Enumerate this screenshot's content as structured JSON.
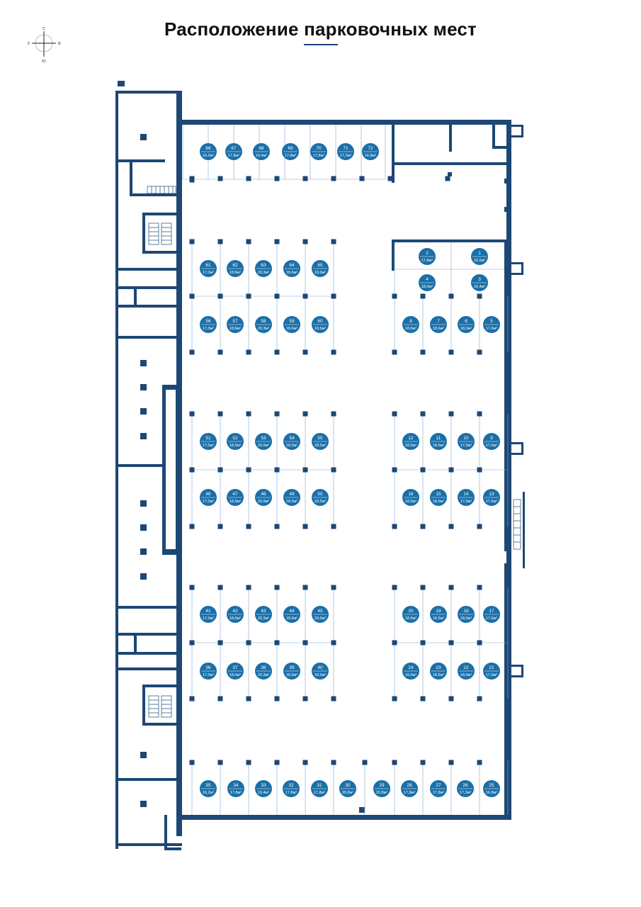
{
  "title": "Расположение парковочных мест",
  "compass": {
    "n": "С",
    "s": "Ю",
    "w": "З",
    "e": "В"
  },
  "colors": {
    "wall": "#1d4775",
    "badge": "#1a6fa8",
    "grid": "#7fa7cf"
  },
  "spots": [
    {
      "id": "66",
      "area": "16,2м²",
      "row": "top",
      "col": 0
    },
    {
      "id": "67",
      "area": "17,8м²",
      "row": "top",
      "col": 1
    },
    {
      "id": "68",
      "area": "19,4м²",
      "row": "top",
      "col": 2
    },
    {
      "id": "69",
      "area": "17,8м²",
      "row": "top",
      "col": 3
    },
    {
      "id": "70",
      "area": "17,8м²",
      "row": "top",
      "col": 4
    },
    {
      "id": "71",
      "area": "17,2м²",
      "row": "top",
      "col": 5
    },
    {
      "id": "72",
      "area": "16,8м²",
      "row": "top",
      "col": 6
    },
    {
      "id": "2",
      "area": "17,8м²",
      "row": "r1",
      "col": "L"
    },
    {
      "id": "1",
      "area": "16,0м²",
      "row": "r1",
      "col": "R"
    },
    {
      "id": "4",
      "area": "18,0м²",
      "row": "r2",
      "col": "L"
    },
    {
      "id": "3",
      "area": "16,4м²",
      "row": "r2",
      "col": "R"
    },
    {
      "id": "61",
      "area": "17,0м²",
      "row": "A1",
      "col": 0
    },
    {
      "id": "62",
      "area": "18,6м²",
      "row": "A1",
      "col": 1
    },
    {
      "id": "63",
      "area": "20,3м²",
      "row": "A1",
      "col": 2
    },
    {
      "id": "64",
      "area": "18,6м²",
      "row": "A1",
      "col": 3
    },
    {
      "id": "65",
      "area": "18,6м²",
      "row": "A1",
      "col": 4
    },
    {
      "id": "56",
      "area": "17,0м²",
      "row": "A2",
      "col": 0
    },
    {
      "id": "57",
      "area": "18,6м²",
      "row": "A2",
      "col": 1
    },
    {
      "id": "58",
      "area": "20,3м²",
      "row": "A2",
      "col": 2
    },
    {
      "id": "59",
      "area": "18,6м²",
      "row": "A2",
      "col": 3
    },
    {
      "id": "60",
      "area": "18,6м²",
      "row": "A2",
      "col": 4
    },
    {
      "id": "8",
      "area": "18,6м²",
      "row": "A2",
      "col": 5
    },
    {
      "id": "7",
      "area": "18,6м²",
      "row": "A2",
      "col": 6
    },
    {
      "id": "6",
      "area": "18,0м²",
      "row": "A2",
      "col": 7
    },
    {
      "id": "5",
      "area": "17,6м²",
      "row": "A2",
      "col": 8
    },
    {
      "id": "51",
      "area": "17,0м²",
      "row": "B1",
      "col": 0
    },
    {
      "id": "52",
      "area": "18,5м²",
      "row": "B1",
      "col": 1
    },
    {
      "id": "53",
      "area": "20,0м²",
      "row": "B1",
      "col": 2
    },
    {
      "id": "54",
      "area": "18,5м²",
      "row": "B1",
      "col": 3
    },
    {
      "id": "55",
      "area": "18,5м²",
      "row": "B1",
      "col": 4
    },
    {
      "id": "12",
      "area": "18,5м²",
      "row": "B1",
      "col": 5
    },
    {
      "id": "11",
      "area": "18,5м²",
      "row": "B1",
      "col": 6
    },
    {
      "id": "10",
      "area": "17,9м²",
      "row": "B1",
      "col": 7
    },
    {
      "id": "9",
      "area": "17,6м²",
      "row": "B1",
      "col": 8
    },
    {
      "id": "46",
      "area": "17,0м²",
      "row": "B2",
      "col": 0
    },
    {
      "id": "47",
      "area": "18,5м²",
      "row": "B2",
      "col": 1
    },
    {
      "id": "48",
      "area": "20,0м²",
      "row": "B2",
      "col": 2
    },
    {
      "id": "49",
      "area": "18,5м²",
      "row": "B2",
      "col": 3
    },
    {
      "id": "50",
      "area": "18,5м²",
      "row": "B2",
      "col": 4
    },
    {
      "id": "16",
      "area": "18,5м²",
      "row": "B2",
      "col": 5
    },
    {
      "id": "15",
      "area": "18,5м²",
      "row": "B2",
      "col": 6
    },
    {
      "id": "14",
      "area": "17,9м²",
      "row": "B2",
      "col": 7
    },
    {
      "id": "13",
      "area": "17,6м²",
      "row": "B2",
      "col": 8
    },
    {
      "id": "41",
      "area": "17,0м²",
      "row": "C1",
      "col": 0
    },
    {
      "id": "42",
      "area": "18,6м²",
      "row": "C1",
      "col": 1
    },
    {
      "id": "43",
      "area": "20,3м²",
      "row": "C1",
      "col": 2
    },
    {
      "id": "44",
      "area": "18,6м²",
      "row": "C1",
      "col": 3
    },
    {
      "id": "45",
      "area": "18,6м²",
      "row": "C1",
      "col": 4
    },
    {
      "id": "20",
      "area": "18,6м²",
      "row": "C1",
      "col": 5
    },
    {
      "id": "19",
      "area": "18,6м²",
      "row": "C1",
      "col": 6
    },
    {
      "id": "18",
      "area": "18,0м²",
      "row": "C1",
      "col": 7
    },
    {
      "id": "17",
      "area": "17,6м²",
      "row": "C1",
      "col": 8
    },
    {
      "id": "36",
      "area": "17,0м²",
      "row": "C2",
      "col": 0
    },
    {
      "id": "37",
      "area": "18,6м²",
      "row": "C2",
      "col": 1
    },
    {
      "id": "38",
      "area": "20,3м²",
      "row": "C2",
      "col": 2
    },
    {
      "id": "39",
      "area": "18,6м²",
      "row": "C2",
      "col": 3
    },
    {
      "id": "40",
      "area": "18,6м²",
      "row": "C2",
      "col": 4
    },
    {
      "id": "24",
      "area": "18,6м²",
      "row": "C2",
      "col": 5
    },
    {
      "id": "23",
      "area": "18,6м²",
      "row": "C2",
      "col": 6
    },
    {
      "id": "22",
      "area": "18,0м²",
      "row": "C2",
      "col": 7
    },
    {
      "id": "21",
      "area": "17,6м²",
      "row": "C2",
      "col": 8
    },
    {
      "id": "35",
      "area": "16,2м²",
      "row": "bottom",
      "col": 0
    },
    {
      "id": "34",
      "area": "17,8м²",
      "row": "bottom",
      "col": 1
    },
    {
      "id": "33",
      "area": "19,4м²",
      "row": "bottom",
      "col": 2
    },
    {
      "id": "32",
      "area": "17,8м²",
      "row": "bottom",
      "col": 3
    },
    {
      "id": "31",
      "area": "17,8м²",
      "row": "bottom",
      "col": 4
    },
    {
      "id": "30",
      "area": "20,8м²",
      "row": "bottom",
      "col": 5
    },
    {
      "id": "29",
      "area": "20,8м²",
      "row": "bottom",
      "col": 6
    },
    {
      "id": "28",
      "area": "17,8м²",
      "row": "bottom",
      "col": 7
    },
    {
      "id": "27",
      "area": "17,8м²",
      "row": "bottom",
      "col": 8
    },
    {
      "id": "26",
      "area": "17,2м²",
      "row": "bottom",
      "col": 9
    },
    {
      "id": "25",
      "area": "16,8м²",
      "row": "bottom",
      "col": 10
    }
  ]
}
